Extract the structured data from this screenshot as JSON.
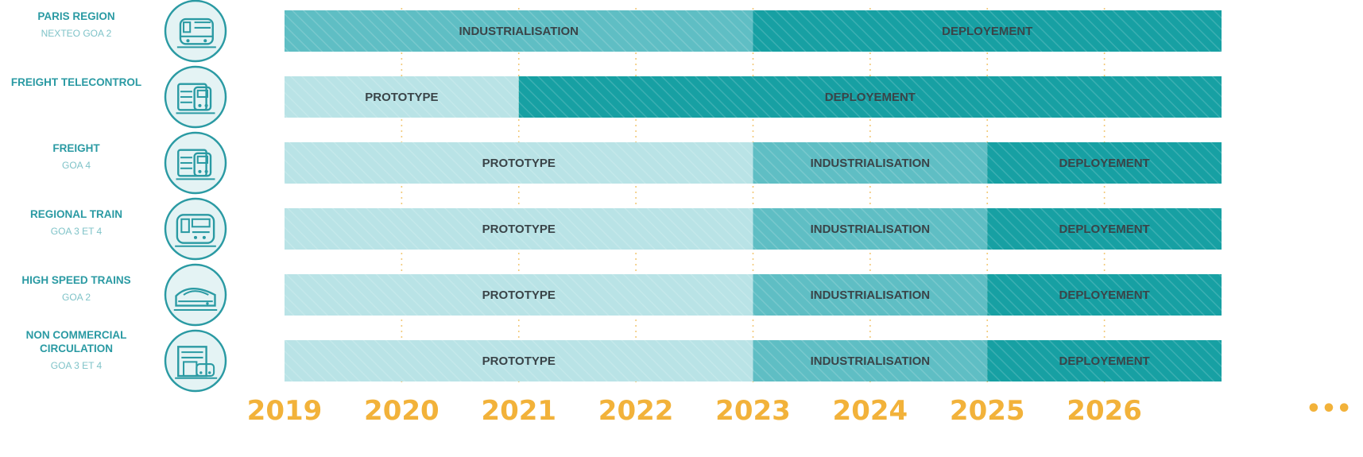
{
  "chart_data": {
    "type": "timeline",
    "x_axis": {
      "ticks": [
        "2019",
        "2020",
        "2021",
        "2022",
        "2023",
        "2024",
        "2025",
        "2026"
      ],
      "continuation": "•••",
      "range": [
        2019,
        2027
      ]
    },
    "phase_colors": {
      "PROTOTYPE": "#b9e3e6",
      "INDUSTRIALISATION": "#5fbec4",
      "DEPLOYEMENT": "#17a0a3"
    },
    "rows": [
      {
        "name": "PARIS REGION",
        "name_lines": [
          "PARIS REGION"
        ],
        "sub": "NEXTEO GOA 2",
        "icon": "metro-train-icon",
        "phases": [
          {
            "label": "INDUSTRIALISATION",
            "start": 2019,
            "end": 2023
          },
          {
            "label": "DEPLOYEMENT",
            "start": 2023,
            "end": 2027
          }
        ]
      },
      {
        "name": "FREIGHT TELECONTROL",
        "name_lines": [
          "FREIGHT TELECONTROL"
        ],
        "sub": "",
        "icon": "freight-locomotive-icon",
        "phases": [
          {
            "label": "PROTOTYPE",
            "start": 2019,
            "end": 2021
          },
          {
            "label": "DEPLOYEMENT",
            "start": 2021,
            "end": 2027
          }
        ]
      },
      {
        "name": "FREIGHT",
        "name_lines": [
          "FREIGHT"
        ],
        "sub": "GOA 4",
        "icon": "freight-locomotive-icon",
        "phases": [
          {
            "label": "PROTOTYPE",
            "start": 2019,
            "end": 2023
          },
          {
            "label": "INDUSTRIALISATION",
            "start": 2023,
            "end": 2025
          },
          {
            "label": "DEPLOYEMENT",
            "start": 2025,
            "end": 2027
          }
        ]
      },
      {
        "name": "REGIONAL TRAIN",
        "name_lines": [
          "REGIONAL TRAIN"
        ],
        "sub": "GOA 3 ET 4",
        "icon": "regional-train-icon",
        "phases": [
          {
            "label": "PROTOTYPE",
            "start": 2019,
            "end": 2023
          },
          {
            "label": "INDUSTRIALISATION",
            "start": 2023,
            "end": 2025
          },
          {
            "label": "DEPLOYEMENT",
            "start": 2025,
            "end": 2027
          }
        ]
      },
      {
        "name": "HIGH SPEED TRAINS",
        "name_lines": [
          "HIGH SPEED TRAINS"
        ],
        "sub": "GOA 2",
        "icon": "high-speed-train-icon",
        "phases": [
          {
            "label": "PROTOTYPE",
            "start": 2019,
            "end": 2023
          },
          {
            "label": "INDUSTRIALISATION",
            "start": 2023,
            "end": 2025
          },
          {
            "label": "DEPLOYEMENT",
            "start": 2025,
            "end": 2027
          }
        ]
      },
      {
        "name": "NON COMMERCIAL CIRCULATION",
        "name_lines": [
          "NON COMMERCIAL",
          "CIRCULATION"
        ],
        "sub": "GOA 3 ET 4",
        "icon": "depot-building-icon",
        "phases": [
          {
            "label": "PROTOTYPE",
            "start": 2019,
            "end": 2023
          },
          {
            "label": "INDUSTRIALISATION",
            "start": 2023,
            "end": 2025
          },
          {
            "label": "DEPLOYEMENT",
            "start": 2025,
            "end": 2027
          }
        ]
      }
    ]
  }
}
